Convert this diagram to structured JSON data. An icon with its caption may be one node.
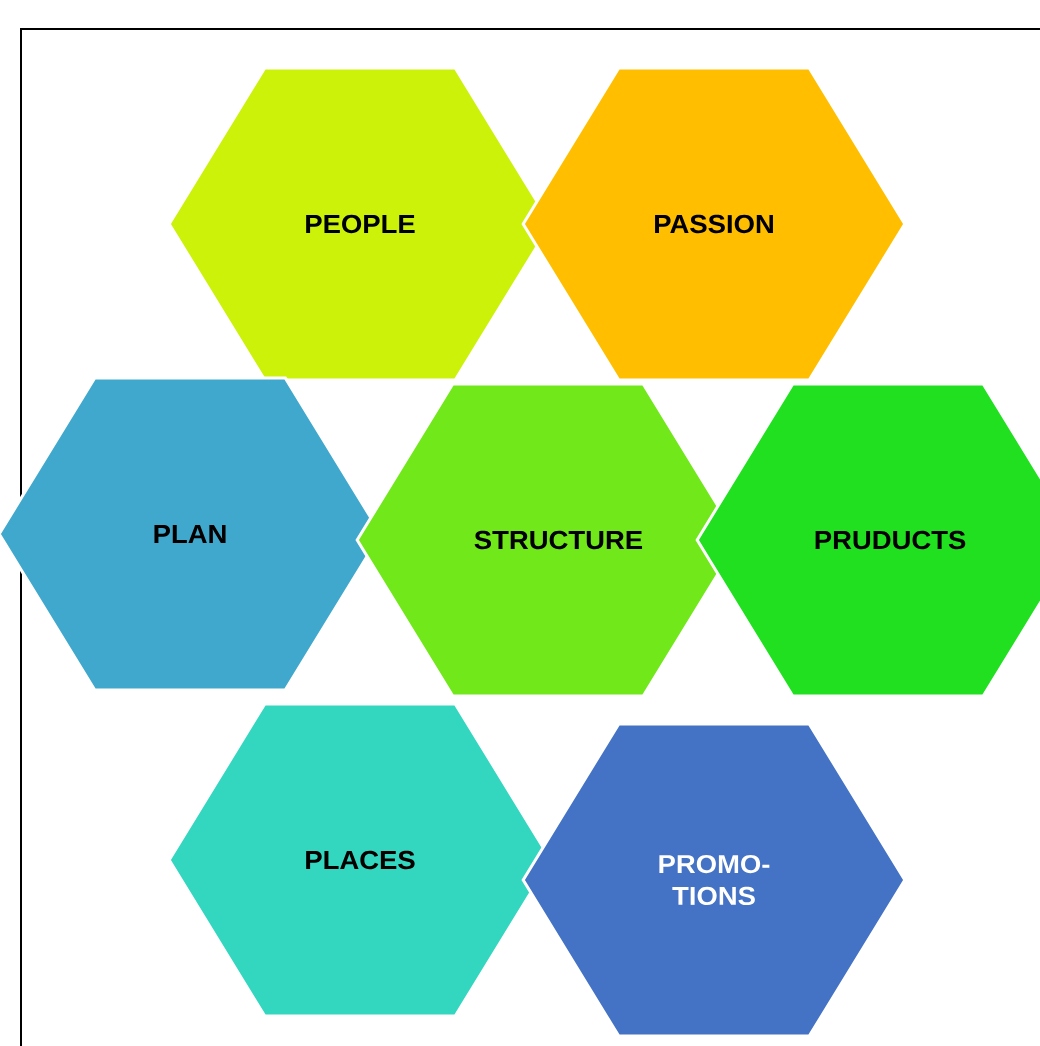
{
  "diagram": {
    "nodes": [
      {
        "text": [
          "PEOPLE"
        ]
      },
      {
        "text": [
          "PASSION"
        ]
      },
      {
        "text": [
          "PLAN"
        ]
      },
      {
        "text": [
          "STRUCTURE"
        ]
      },
      {
        "text": [
          "PRUDUCTS"
        ]
      },
      {
        "text": [
          "PLACES"
        ]
      },
      {
        "text": [
          "PROMO- TIONS"
        ]
      }
    ]
  }
}
